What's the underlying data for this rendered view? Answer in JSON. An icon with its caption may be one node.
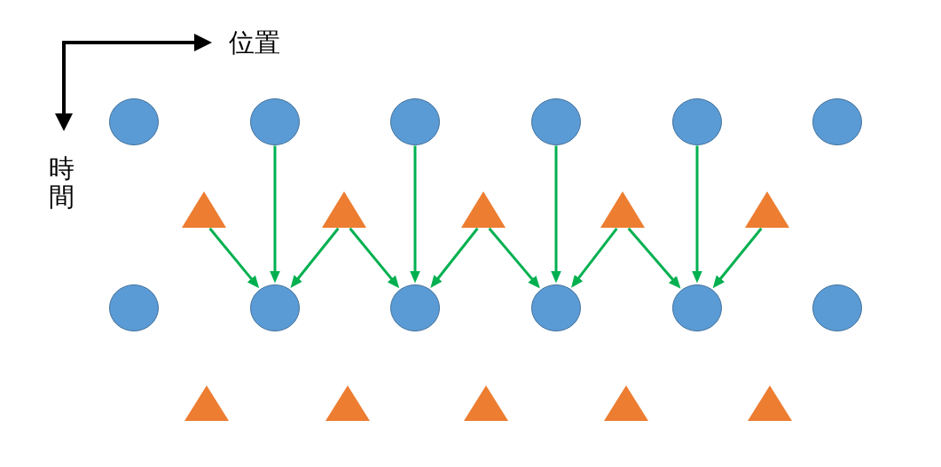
{
  "diagram": {
    "nodes": [
      {
        "text": [],
        "shape": "circle"
      },
      {
        "text": [],
        "shape": "circle"
      },
      {
        "text": [],
        "shape": "circle"
      },
      {
        "text": [],
        "shape": "circle"
      },
      {
        "text": [],
        "shape": "circle"
      },
      {
        "text": [],
        "shape": "circle"
      },
      {
        "text": [],
        "shape": "triangle"
      },
      {
        "text": [],
        "shape": "triangle"
      },
      {
        "text": [],
        "shape": "triangle"
      },
      {
        "text": [],
        "shape": "triangle"
      },
      {
        "text": [],
        "shape": "triangle"
      },
      {
        "text": [],
        "shape": "circle"
      },
      {
        "text": [],
        "shape": "circle"
      },
      {
        "text": [],
        "shape": "circle"
      },
      {
        "text": [],
        "shape": "circle"
      },
      {
        "text": [],
        "shape": "circle"
      },
      {
        "text": [],
        "shape": "circle"
      },
      {
        "text": [],
        "shape": "triangle"
      },
      {
        "text": [],
        "shape": "triangle"
      },
      {
        "text": [],
        "shape": "triangle"
      },
      {
        "text": [],
        "shape": "triangle"
      },
      {
        "text": [],
        "shape": "triangle"
      }
    ],
    "edges": [
      {
        "from": 6,
        "to": 12,
        "arrow": "to"
      },
      {
        "from": 1,
        "to": 12,
        "arrow": "to"
      },
      {
        "from": 7,
        "to": 12,
        "arrow": "to"
      },
      {
        "from": 7,
        "to": 13,
        "arrow": "to"
      },
      {
        "from": 2,
        "to": 13,
        "arrow": "to"
      },
      {
        "from": 8,
        "to": 13,
        "arrow": "to"
      },
      {
        "from": 8,
        "to": 14,
        "arrow": "to"
      },
      {
        "from": 3,
        "to": 14,
        "arrow": "to"
      },
      {
        "from": 9,
        "to": 14,
        "arrow": "to"
      },
      {
        "from": 9,
        "to": 15,
        "arrow": "to"
      },
      {
        "from": 4,
        "to": 15,
        "arrow": "to"
      },
      {
        "from": 10,
        "to": 15,
        "arrow": "to"
      }
    ],
    "labels": [
      "位置",
      "時間"
    ]
  }
}
